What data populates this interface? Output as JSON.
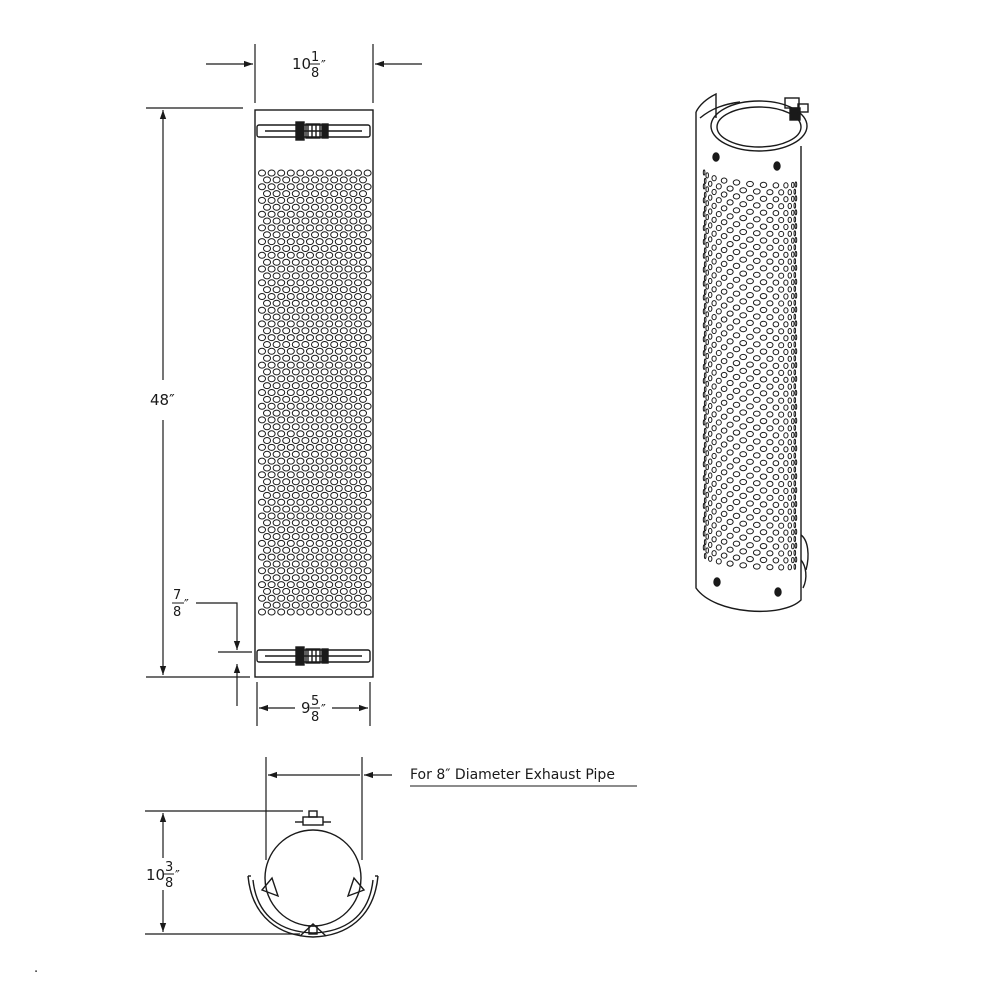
{
  "dimensions": {
    "top_width": {
      "whole": "10",
      "num": "1",
      "den": "8",
      "unit": "″"
    },
    "height": {
      "text": "48″"
    },
    "bottom_offset": {
      "num": "7",
      "den": "8",
      "unit": "″"
    },
    "bottom_width": {
      "whole": "9",
      "num": "5",
      "den": "8",
      "unit": "″"
    },
    "end_height": {
      "whole": "10",
      "num": "3",
      "den": "8",
      "unit": "″"
    }
  },
  "note": "For 8″ Diameter Exhaust Pipe",
  "colors": {
    "line": "#1a1a1a",
    "background": "#ffffff"
  }
}
